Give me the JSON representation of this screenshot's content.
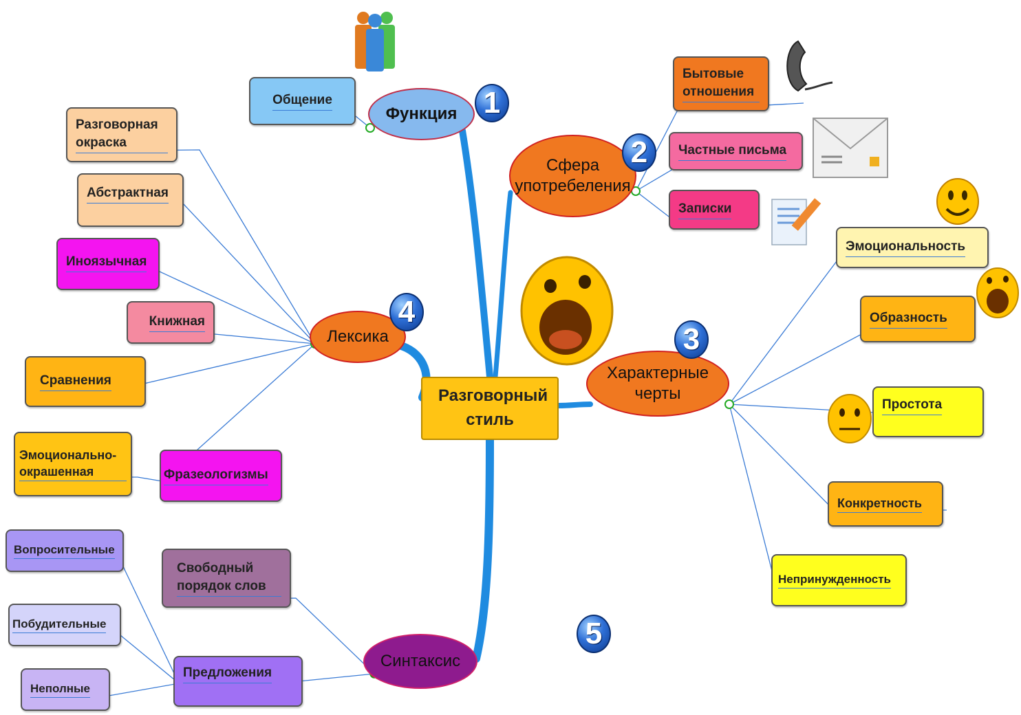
{
  "center": "Разговорный стиль",
  "branches": {
    "function": "Функция",
    "sphere": "Сфера употребеления",
    "traits": "Характерные черты",
    "lexicon": "Лексика",
    "syntax": "Синтаксис"
  },
  "numbers": [
    "1",
    "2",
    "3",
    "4",
    "5"
  ],
  "function_items": [
    "Общение"
  ],
  "sphere_items": [
    "Бытовые отношения",
    "Частные письма",
    "Записки"
  ],
  "traits_items": [
    "Эмоциональность",
    "Образность",
    "Простота",
    "Конкретность",
    "Непринужденность"
  ],
  "lexicon_items": [
    "Разговорная окраска",
    "Абстрактная",
    "Иноязычная",
    "Книжная",
    "Сравнения",
    "Фразеологизмы",
    "Эмоционально-окрашенная"
  ],
  "syntax_items": [
    "Свободный порядок слов",
    "Предложения"
  ],
  "sentence_items": [
    "Вопросительные",
    "Побудительные",
    "Неполные"
  ],
  "icons": [
    "people-icon",
    "telephone-icon",
    "envelope-icon",
    "note-pencil-icon",
    "smiley-icon",
    "surprised-face-icon",
    "neutral-face-icon"
  ],
  "colors": {
    "branch_blue": "#1f8be0",
    "link_blue": "#3a7bd5",
    "center_fill": "#ffc414"
  }
}
